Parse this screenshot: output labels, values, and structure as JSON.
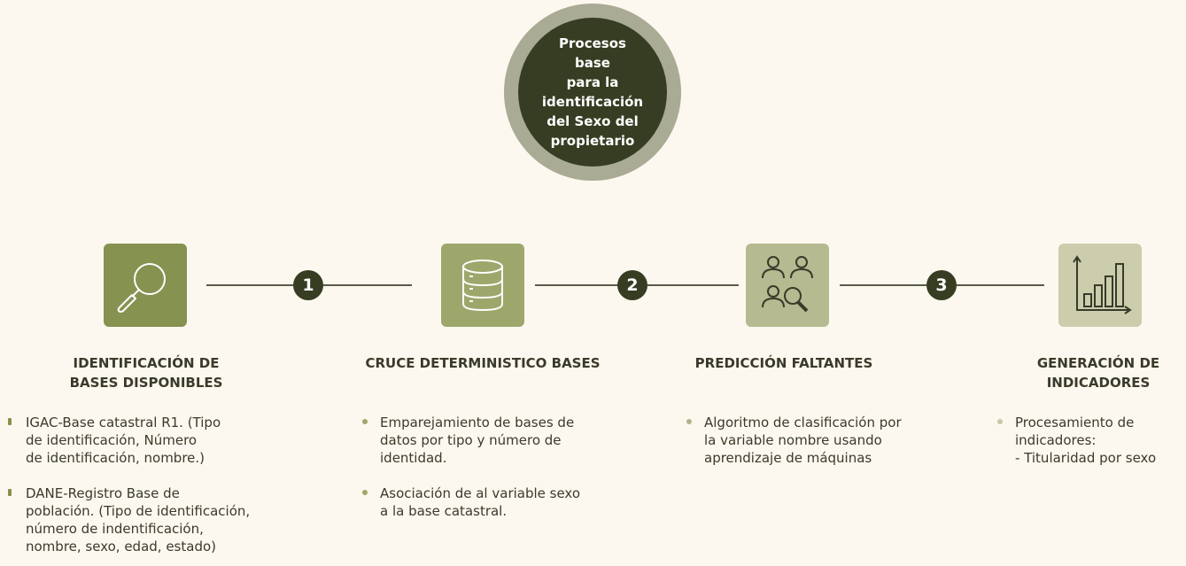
{
  "center": {
    "lines": [
      "Procesos base",
      "para la",
      "identificación",
      "del Sexo del",
      "propietario"
    ]
  },
  "steps": [
    {
      "icon": "magnifier-icon",
      "box_color": "#86924f",
      "title_lines": [
        "IDENTIFICACIÓN DE",
        "BASES DISPONIBLES"
      ],
      "bullet_color": "#8a8f4a",
      "bullets": [
        [
          "IGAC-Base catastral R1. (Tipo",
          "de identificación, Número",
          "de identificación, nombre.)"
        ],
        [
          "DANE-Registro Base de",
          "población. (Tipo de identificación,",
          "número de indentificación,",
          "nombre, sexo, edad, estado)"
        ]
      ]
    },
    {
      "icon": "database-icon",
      "box_color": "#9da76b",
      "title_lines": [
        "CRUCE DETERMINISTICO BASES"
      ],
      "bullet_color": "#9fa868",
      "bullets": [
        [
          "Emparejamiento de bases de",
          "datos por tipo y número de",
          "identidad."
        ],
        [
          "Asociación de al variable sexo",
          "a la base catastral."
        ]
      ]
    },
    {
      "icon": "people-search-icon",
      "box_color": "#b5ba90",
      "title_lines": [
        "PREDICCIÓN FALTANTES"
      ],
      "bullet_color": "#b0b58a",
      "bullets": [
        [
          "Algoritmo de clasificación por",
          "la variable nombre usando",
          "aprendizaje de máquinas"
        ]
      ]
    },
    {
      "icon": "bar-chart-icon",
      "box_color": "#cbcdac",
      "title_lines": [
        "GENERACIÓN DE",
        "INDICADORES"
      ],
      "bullet_color": "#c6c8a6",
      "bullets": [
        [
          "Procesamiento de",
          "indicadores:",
          "- Titularidad por sexo"
        ]
      ]
    }
  ],
  "connectors": [
    "1",
    "2",
    "3"
  ]
}
